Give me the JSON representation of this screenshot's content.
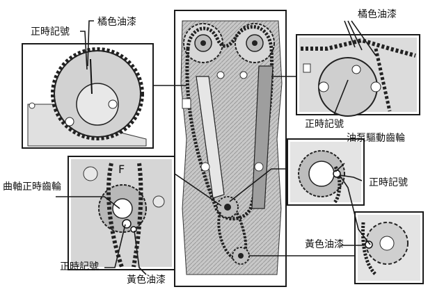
{
  "labels": {
    "orange_paint_top_left": "橘色油漆",
    "timing_mark_top_left": "正時記號",
    "orange_paint_top_right": "橘色油漆",
    "timing_mark_right": "正時記號",
    "oil_pump_gear": "油泵驅動齒輪",
    "timing_mark_pump": "正時記號",
    "yellow_paint_right": "黃色油漆",
    "crank_gear": "曲軸正時齒輪",
    "timing_mark_bottom_left": "正時記號",
    "yellow_paint_bottom": "黃色油漆",
    "crank_letter": "F"
  },
  "colors": {
    "ink": "#111111",
    "panel_bg": "#d9d9d9",
    "engine_bg": "#bdbdbd",
    "line": "#1a1a1a"
  }
}
